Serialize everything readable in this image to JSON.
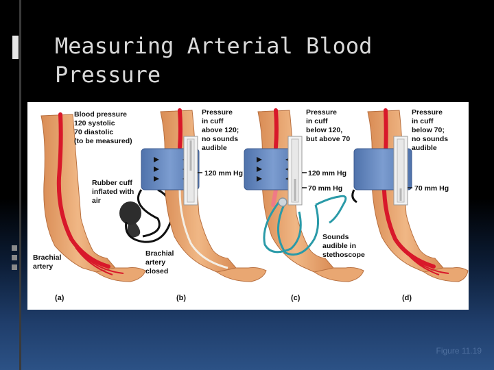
{
  "slide": {
    "title_line1": "Measuring Arterial Blood",
    "title_line2": "Pressure",
    "caption": "Figure 11.19"
  },
  "figure": {
    "panel_a": {
      "bp_line1": "Blood pressure",
      "bp_line2": "120 systolic",
      "bp_line3": "70 diastolic",
      "bp_line4": "(to be measured)",
      "cuff_line1": "Rubber cuff",
      "cuff_line2": "inflated with",
      "cuff_line3": "air",
      "artery_line1": "Brachial",
      "artery_line2": "artery",
      "label": "(a)"
    },
    "panel_b": {
      "p_line1": "Pressure",
      "p_line2": "in cuff",
      "p_line3": "above 120;",
      "p_line4": "no sounds",
      "p_line5": "audible",
      "gauge": "120 mm Hg",
      "closed_line1": "Brachial",
      "closed_line2": "artery",
      "closed_line3": "closed",
      "label": "(b)"
    },
    "panel_c": {
      "p_line1": "Pressure",
      "p_line2": "in cuff",
      "p_line3": "below 120,",
      "p_line4": "but above 70",
      "gauge_high": "120 mm Hg",
      "gauge_low": "70 mm Hg",
      "sounds_line1": "Sounds",
      "sounds_line2": "audible in",
      "sounds_line3": "stethoscope",
      "label": "(c)"
    },
    "panel_d": {
      "p_line1": "Pressure",
      "p_line2": "in cuff",
      "p_line3": "below 70;",
      "p_line4": "no sounds",
      "p_line5": "audible",
      "gauge": "70 mm Hg",
      "label": "(d)"
    },
    "colors": {
      "arm": "#e9a772",
      "artery": "#d8182a",
      "cuff": "#6d8ec4",
      "tube": "#2a9aa8"
    }
  }
}
